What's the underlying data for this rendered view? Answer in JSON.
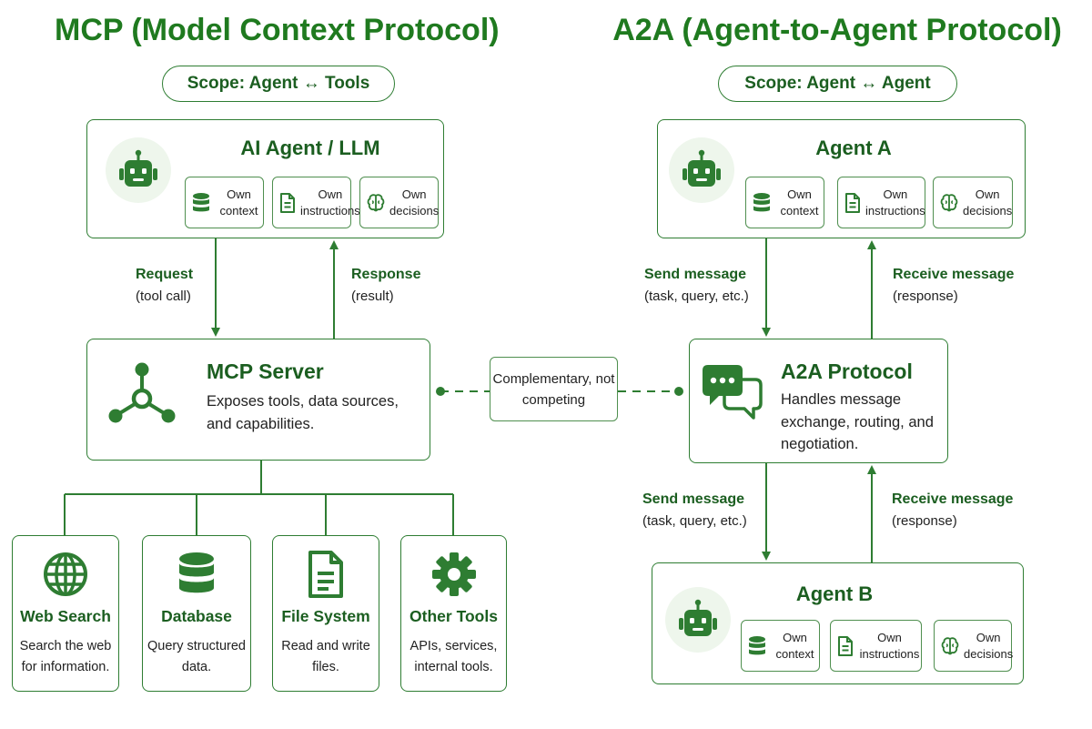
{
  "mcp": {
    "title": "MCP (Model Context Protocol)",
    "scope": "Scope: Agent ↔ Tools",
    "agent": {
      "title": "AI Agent / LLM",
      "chips": [
        {
          "icon": "database-icon",
          "label": "Own context"
        },
        {
          "icon": "document-icon",
          "label": "Own instructions"
        },
        {
          "icon": "brain-icon",
          "label": "Own decisions"
        }
      ]
    },
    "request": {
      "title": "Request",
      "sub": "(tool call)"
    },
    "response": {
      "title": "Response",
      "sub": "(result)"
    },
    "server": {
      "title": "MCP Server",
      "desc": "Exposes tools, data sources, and capabilities."
    },
    "tools": [
      {
        "icon": "globe-icon",
        "name": "Web Search",
        "desc": "Search the web for information."
      },
      {
        "icon": "database-icon",
        "name": "Database",
        "desc": "Query structured data."
      },
      {
        "icon": "file-icon",
        "name": "File System",
        "desc": "Read and write files."
      },
      {
        "icon": "gear-icon",
        "name": "Other Tools",
        "desc": "APIs, services, internal tools."
      }
    ]
  },
  "middle": {
    "label": "Complementary, not competing"
  },
  "a2a": {
    "title": "A2A (Agent-to-Agent Protocol)",
    "scope": "Scope: Agent ↔ Agent",
    "agent_a": {
      "title": "Agent A",
      "chips": [
        {
          "icon": "database-icon",
          "label": "Own context"
        },
        {
          "icon": "document-icon",
          "label": "Own instructions"
        },
        {
          "icon": "brain-icon",
          "label": "Own decisions"
        }
      ]
    },
    "send_top": {
      "title": "Send message",
      "sub": "(task, query, etc.)"
    },
    "receive_top": {
      "title": "Receive message",
      "sub": "(response)"
    },
    "protocol": {
      "title": "A2A Protocol",
      "desc": "Handles message exchange, routing, and negotiation."
    },
    "send_bottom": {
      "title": "Send message",
      "sub": "(task, query, etc.)"
    },
    "receive_bottom": {
      "title": "Receive message",
      "sub": "(response)"
    },
    "agent_b": {
      "title": "Agent B",
      "chips": [
        {
          "icon": "database-icon",
          "label": "Own context"
        },
        {
          "icon": "document-icon",
          "label": "Own instructions"
        },
        {
          "icon": "brain-icon",
          "label": "Own decisions"
        }
      ]
    }
  },
  "colors": {
    "accent": "#2e7d32",
    "dark_green": "#1b5e20",
    "light_fill": "#eef6ec"
  }
}
